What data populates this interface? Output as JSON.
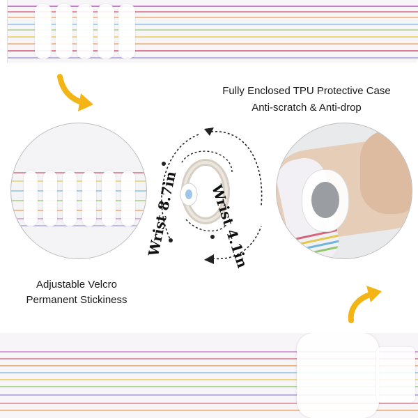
{
  "captions": {
    "case_title": "Fully Enclosed TPU Protective Case",
    "case_subtitle": "Anti-scratch & Anti-drop",
    "velcro_title": "Adjustable Velcro",
    "velcro_subtitle": "Permanent Stickiness"
  },
  "wrist_sizes": {
    "small": "Wrist 4.1in",
    "large": "Wrist 8.7in"
  },
  "colors": {
    "arrow_yellow": "#f2b515",
    "rainbow": [
      "#d3667a",
      "#e99a4e",
      "#e3c94b",
      "#8fc86a",
      "#6fb7d9",
      "#8b84cf",
      "#c17fc3"
    ]
  },
  "icons": {
    "arrow_top_left": "curved-arrow-down-icon",
    "arrow_bottom_right": "curved-arrow-up-icon"
  }
}
